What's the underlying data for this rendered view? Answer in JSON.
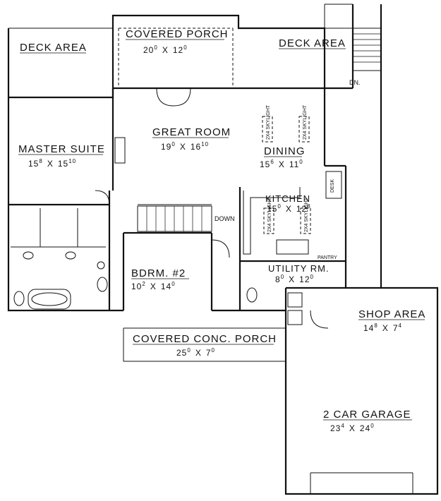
{
  "rooms": {
    "deck_left": {
      "label": "DECK AREA"
    },
    "covered_porch": {
      "label": "COVERED PORCH",
      "dim_w": "20",
      "dim_w_in": "0",
      "dim_h": "12",
      "dim_h_in": "0"
    },
    "deck_right": {
      "label": "DECK AREA"
    },
    "master_suite": {
      "label": "MASTER SUITE",
      "dim_w": "15",
      "dim_w_in": "8",
      "dim_h": "15",
      "dim_h_in": "10"
    },
    "great_room": {
      "label": "GREAT ROOM",
      "dim_w": "19",
      "dim_w_in": "0",
      "dim_h": "16",
      "dim_h_in": "10"
    },
    "dining": {
      "label": "DINING",
      "dim_w": "15",
      "dim_w_in": "6",
      "dim_h": "11",
      "dim_h_in": "0"
    },
    "kitchen": {
      "label": "KITCHEN",
      "dim_w": "15",
      "dim_w_in": "0",
      "dim_h": "12",
      "dim_h_in": "8"
    },
    "bedroom2": {
      "label": "BDRM. #2",
      "dim_w": "10",
      "dim_w_in": "2",
      "dim_h": "14",
      "dim_h_in": "0"
    },
    "utility": {
      "label": "UTILITY RM.",
      "dim_w": "8",
      "dim_w_in": "0",
      "dim_h": "12",
      "dim_h_in": "0"
    },
    "covered_conc_porch": {
      "label": "COVERED CONC. PORCH",
      "dim_w": "25",
      "dim_w_in": "0",
      "dim_h": "7",
      "dim_h_in": "0"
    },
    "shop_area": {
      "label": "SHOP AREA",
      "dim_w": "14",
      "dim_w_in": "8",
      "dim_h": "7",
      "dim_h_in": "4"
    },
    "garage": {
      "label": "2 CAR GARAGE",
      "dim_w": "23",
      "dim_w_in": "4",
      "dim_h": "24",
      "dim_h_in": "0"
    }
  },
  "separator": "X",
  "annotations": {
    "down_stairs": "DOWN",
    "dn": "DN.",
    "pantry": "PANTRY",
    "desk": "DESK",
    "skylight": "2X4 SKYLIGHT"
  }
}
